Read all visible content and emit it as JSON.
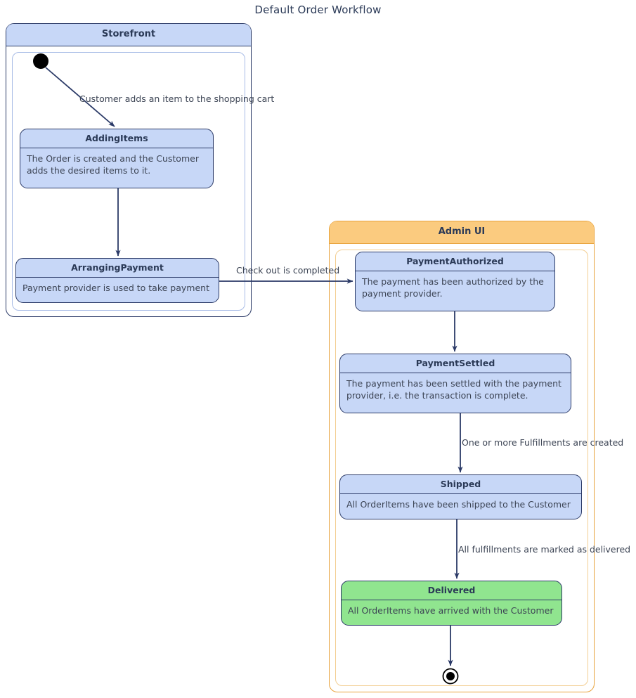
{
  "diagram": {
    "title": "Default Order Workflow",
    "type": "uml-state-diagram"
  },
  "colors": {
    "state_fill_blue": "#C7D7F7",
    "state_fill_green": "#90E58F",
    "state_border": "#2B3A67",
    "package_storefront_header": "#C7D7F7",
    "package_adminui_header": "#FBCB7F",
    "package_adminui_border": "#E8A33D",
    "text": "#2B3A57",
    "edge": "#2B3A67"
  },
  "packages": [
    {
      "id": "storefront",
      "title": "Storefront"
    },
    {
      "id": "admin-ui",
      "title": "Admin UI"
    }
  ],
  "states": [
    {
      "id": "adding-items",
      "name": "AddingItems",
      "description": "The Order is created and the Customer adds the desired items to it.",
      "package": "storefront",
      "fill": "blue"
    },
    {
      "id": "arranging-payment",
      "name": "ArrangingPayment",
      "description": "Payment provider is used to take payment",
      "package": "storefront",
      "fill": "blue"
    },
    {
      "id": "payment-authorized",
      "name": "PaymentAuthorized",
      "description": "The payment has been authorized by the payment provider.",
      "package": "admin-ui",
      "fill": "blue"
    },
    {
      "id": "payment-settled",
      "name": "PaymentSettled",
      "description": "The payment has been settled with the payment provider, i.e. the transaction is complete.",
      "package": "admin-ui",
      "fill": "blue"
    },
    {
      "id": "shipped",
      "name": "Shipped",
      "description": "All OrderItems have been shipped to the Customer",
      "package": "admin-ui",
      "fill": "blue"
    },
    {
      "id": "delivered",
      "name": "Delivered",
      "description": "All OrderItems have arrived with the Customer",
      "package": "admin-ui",
      "fill": "green"
    }
  ],
  "pseudostates": [
    {
      "id": "start",
      "kind": "initial",
      "package": "storefront"
    },
    {
      "id": "end",
      "kind": "final",
      "package": "admin-ui"
    }
  ],
  "transitions": [
    {
      "id": "t1",
      "from": "start",
      "to": "adding-items",
      "label": "Customer adds an item to the shopping cart"
    },
    {
      "id": "t2",
      "from": "adding-items",
      "to": "arranging-payment",
      "label": ""
    },
    {
      "id": "t3",
      "from": "arranging-payment",
      "to": "payment-authorized",
      "label": "Check out is completed"
    },
    {
      "id": "t4",
      "from": "payment-authorized",
      "to": "payment-settled",
      "label": ""
    },
    {
      "id": "t5",
      "from": "payment-settled",
      "to": "shipped",
      "label": "One or more Fulfillments are created"
    },
    {
      "id": "t6",
      "from": "shipped",
      "to": "delivered",
      "label": "All fulfillments are marked as delivered"
    },
    {
      "id": "t7",
      "from": "delivered",
      "to": "end",
      "label": ""
    }
  ]
}
